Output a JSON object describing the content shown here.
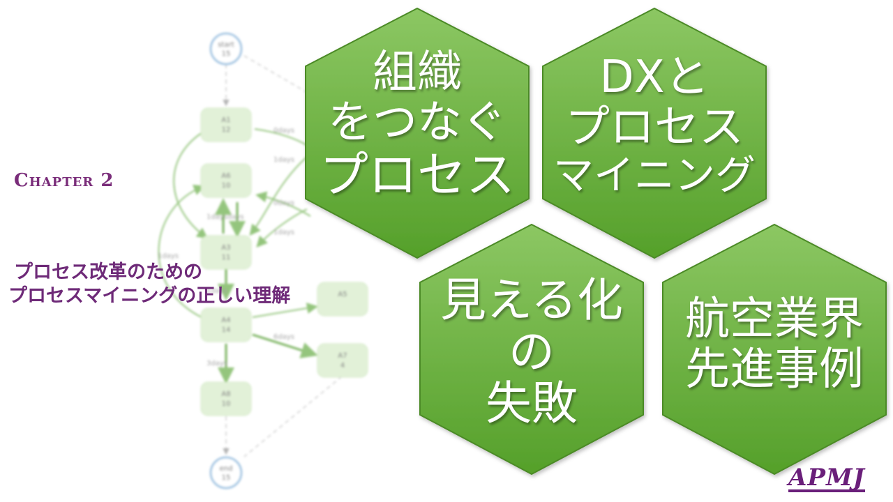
{
  "chapter_label": "Chapter 2",
  "subtitle": {
    "line1": "プロセス改革のための",
    "line2": "プロセスマイニングの正しい理解"
  },
  "hexagons": [
    {
      "id": "hex-organization",
      "lines": [
        "組織",
        "をつなぐ",
        "プロセス"
      ]
    },
    {
      "id": "hex-dx",
      "lines": [
        "DXと",
        "プロセス",
        "マイニング"
      ]
    },
    {
      "id": "hex-visualization",
      "lines": [
        "見える化",
        "の",
        "失敗"
      ]
    },
    {
      "id": "hex-aviation",
      "lines": [
        "航空業界",
        "先進事例"
      ]
    }
  ],
  "process_map": {
    "nodes": [
      {
        "id": "start",
        "label": "start",
        "count": "15"
      },
      {
        "id": "A1",
        "label": "A1",
        "count": "12"
      },
      {
        "id": "A6",
        "label": "A6",
        "count": "10"
      },
      {
        "id": "A3",
        "label": "A3",
        "count": "11"
      },
      {
        "id": "A4",
        "label": "A4",
        "count": "14"
      },
      {
        "id": "A5",
        "label": "A5",
        "count": ""
      },
      {
        "id": "A7",
        "label": "A7",
        "count": "4"
      },
      {
        "id": "A8",
        "label": "A8",
        "count": "10"
      },
      {
        "id": "end",
        "label": "end",
        "count": "15"
      }
    ],
    "edge_labels": [
      "0days",
      "1days",
      "0days",
      "1days",
      "1daysdays",
      "1days",
      "1days",
      "6days",
      "3days"
    ]
  },
  "logo": "APMJ",
  "colors": {
    "hex_fill_light": "#86c25a",
    "hex_fill_dark": "#5aa02e",
    "hex_stroke": "#4b8a26",
    "chapter_text": "#7a2d7a",
    "subtitle_text": "#6e2a78",
    "logo": "#6a1f7a"
  }
}
